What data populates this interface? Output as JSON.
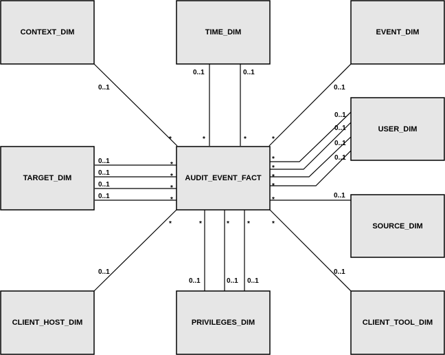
{
  "entities": {
    "context_dim": "CONTEXT_DIM",
    "time_dim": "TIME_DIM",
    "event_dim": "EVENT_DIM",
    "target_dim": "TARGET_DIM",
    "audit_event_fact": "AUDIT_EVENT_FACT",
    "user_dim": "USER_DIM",
    "source_dim": "SOURCE_DIM",
    "client_host_dim": "CLIENT_HOST_DIM",
    "privileges_dim": "PRIVILEGES_DIM",
    "client_tool_dim": "CLIENT_TOOL_DIM"
  },
  "cardinality": {
    "one": "0..1",
    "many": "*"
  }
}
